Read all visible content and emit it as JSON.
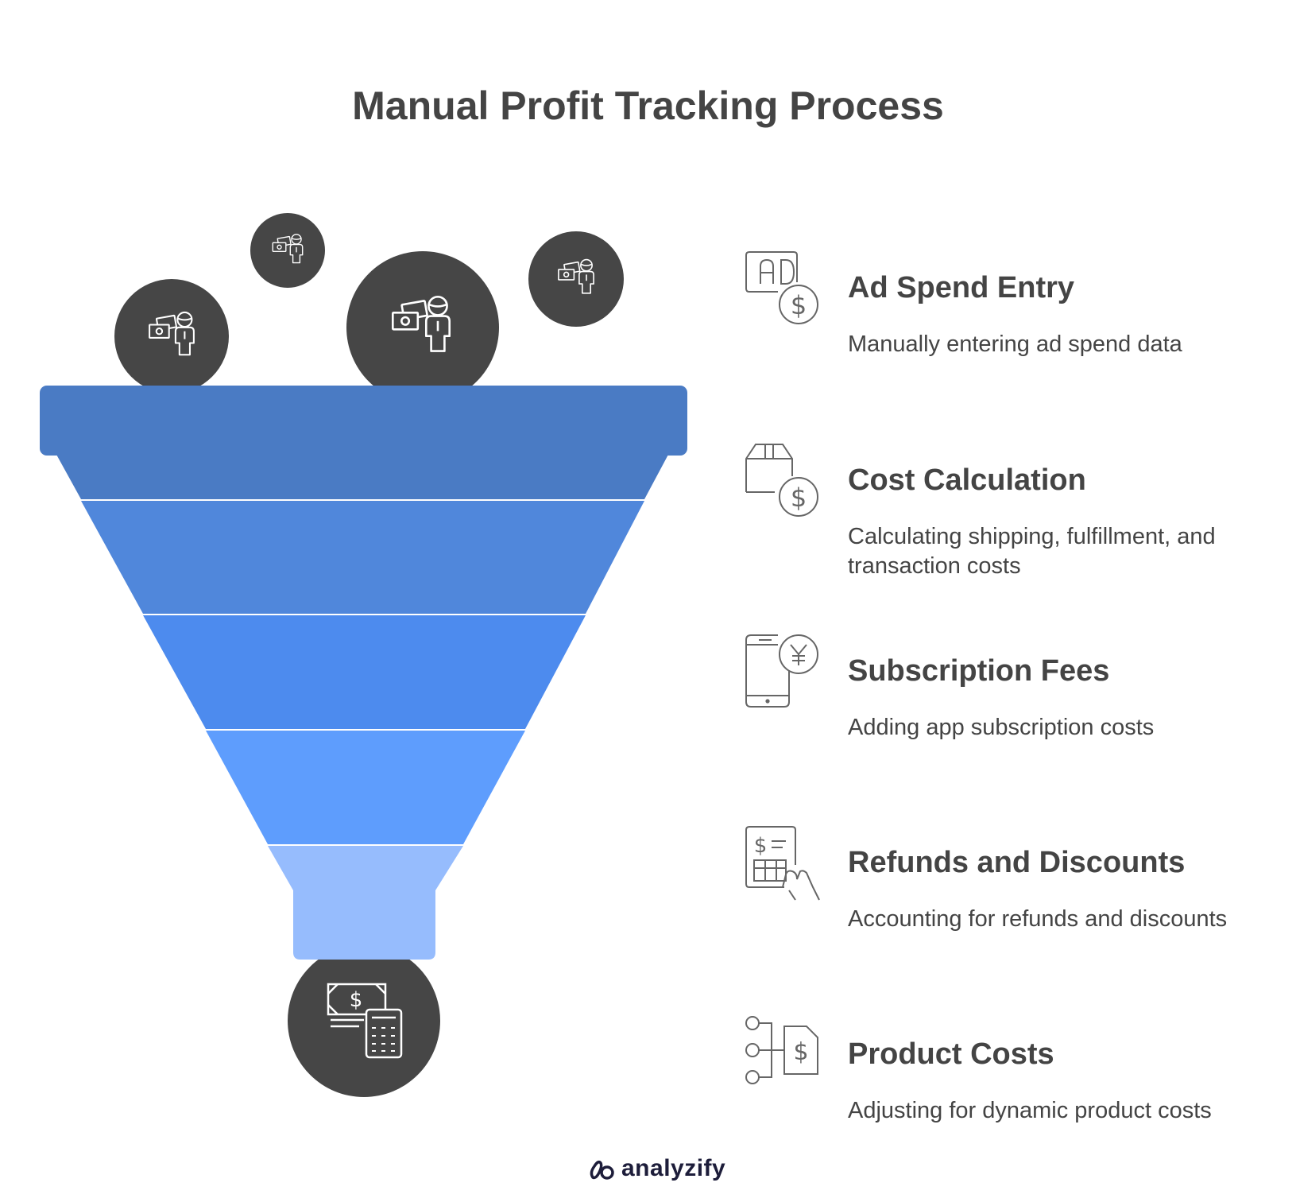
{
  "title": "Manual Profit Tracking Process",
  "funnel": {
    "input_icons": [
      "money-person-icon",
      "money-person-icon",
      "money-person-icon",
      "money-person-icon"
    ],
    "output_icon": "money-calculator-icon",
    "band_colors": [
      "#4a7bc4",
      "#5087db",
      "#4d8bee",
      "#5e9dfd",
      "#96bcfd"
    ]
  },
  "steps": [
    {
      "icon": "ad-dollar-icon",
      "title": "Ad Spend Entry",
      "description": "Manually entering ad spend data"
    },
    {
      "icon": "box-dollar-icon",
      "title": "Cost Calculation",
      "description": "Calculating shipping, fulfillment, and transaction costs"
    },
    {
      "icon": "phone-yen-icon",
      "title": "Subscription Fees",
      "description": "Adding app subscription costs"
    },
    {
      "icon": "receipt-hand-icon",
      "title": "Refunds and Discounts",
      "description": "Accounting for refunds and discounts"
    },
    {
      "icon": "flow-dollar-doc-icon",
      "title": "Product Costs",
      "description": "Adjusting for dynamic product costs"
    }
  ],
  "brand": {
    "name": "analyzify"
  },
  "colors": {
    "text": "#444444",
    "circle": "#464646",
    "icon_stroke": "#666666"
  }
}
